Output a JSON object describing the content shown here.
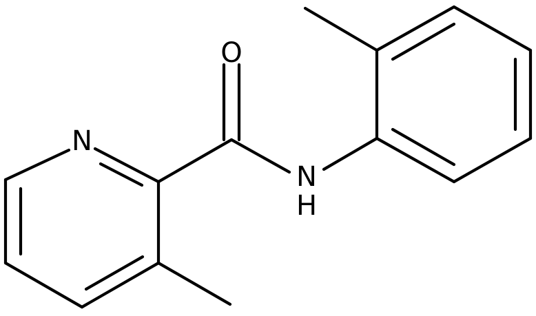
{
  "molecule": {
    "atoms": [
      {
        "id": "O",
        "label": "O"
      },
      {
        "id": "N1",
        "label": "N"
      },
      {
        "id": "NH",
        "label": "N"
      },
      {
        "id": "H",
        "label": "H"
      }
    ]
  },
  "colors": {
    "stroke": "#000000",
    "background": "#ffffff"
  }
}
